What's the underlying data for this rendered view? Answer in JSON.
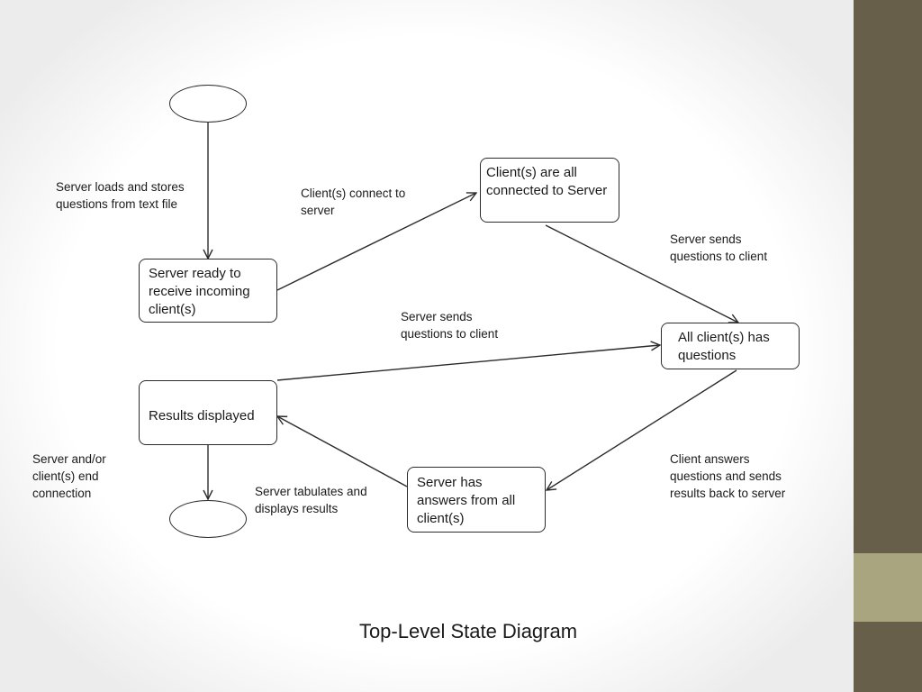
{
  "title": "Top-Level State Diagram",
  "colors": {
    "side_bar": "#675f49",
    "side_accent": "#a9a67f",
    "line": "#2b2b2b"
  },
  "states": {
    "server_ready": "Server ready to receive incoming client(s)",
    "clients_connected": "Client(s) are all connected to Server",
    "clients_have_questions": "All client(s) has questions",
    "server_has_answers": "Server has answers from all client(s)",
    "results_displayed": "Results displayed"
  },
  "transitions": {
    "load_questions": "Server loads and stores questions from text file",
    "connect": "Client(s) connect to server",
    "send_questions_1": "Server sends questions to client",
    "send_questions_2": "Server sends questions to client",
    "answer": "Client answers questions and sends results back to server",
    "tabulate": "Server tabulates and displays results",
    "end_connection": "Server and/or client(s) end connection"
  }
}
